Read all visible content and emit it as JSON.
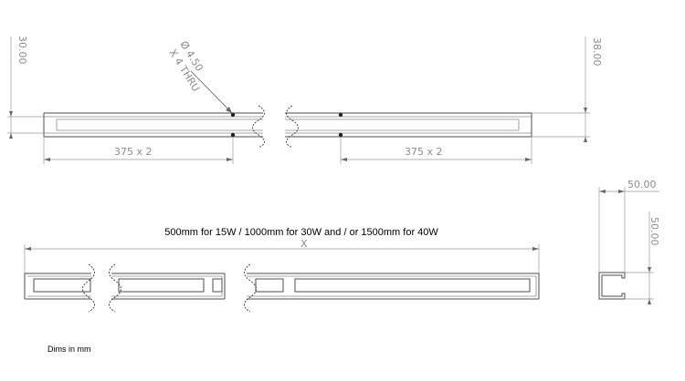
{
  "dimensions": {
    "left_height": "30.00",
    "right_height": "38.00",
    "hole_callout_line1": "Ø 4.50",
    "hole_callout_line2": "X 4 THRU",
    "left_pitch": "375 x 2",
    "right_pitch": "375 x 2",
    "overall_length": "X",
    "section_width": "50.00",
    "section_height": "50.00"
  },
  "notes": {
    "length_options": "500mm for 15W / 1000mm for 30W and / or 1500mm for 40W",
    "units": "Dims in mm"
  }
}
